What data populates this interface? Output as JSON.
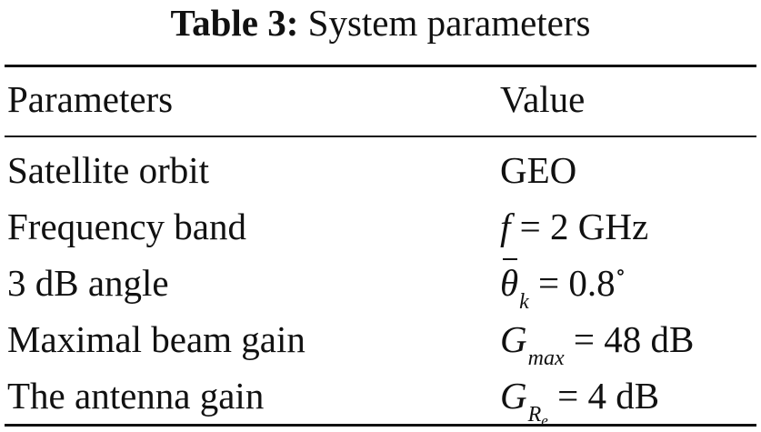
{
  "caption": {
    "label": "Table 3:",
    "title": "System parameters"
  },
  "table": {
    "headers": {
      "param": "Parameters",
      "value": "Value"
    },
    "rows": [
      {
        "param": "Satellite orbit",
        "value": "GEO"
      },
      {
        "param": "Frequency band",
        "symbol": "f",
        "relation": " = 2 GHz"
      },
      {
        "param": "3 dB angle",
        "symbol": "θ",
        "subscript": "k",
        "relation": " = 0.8",
        "unit_symbol": "∘"
      },
      {
        "param": "Maximal beam gain",
        "symbol": "G",
        "subscript": "max",
        "relation": " = 48 dB"
      },
      {
        "param": "The antenna gain",
        "symbol": "G",
        "subscript": "R",
        "subsubscript": "e",
        "relation": " = 4 dB"
      }
    ]
  }
}
